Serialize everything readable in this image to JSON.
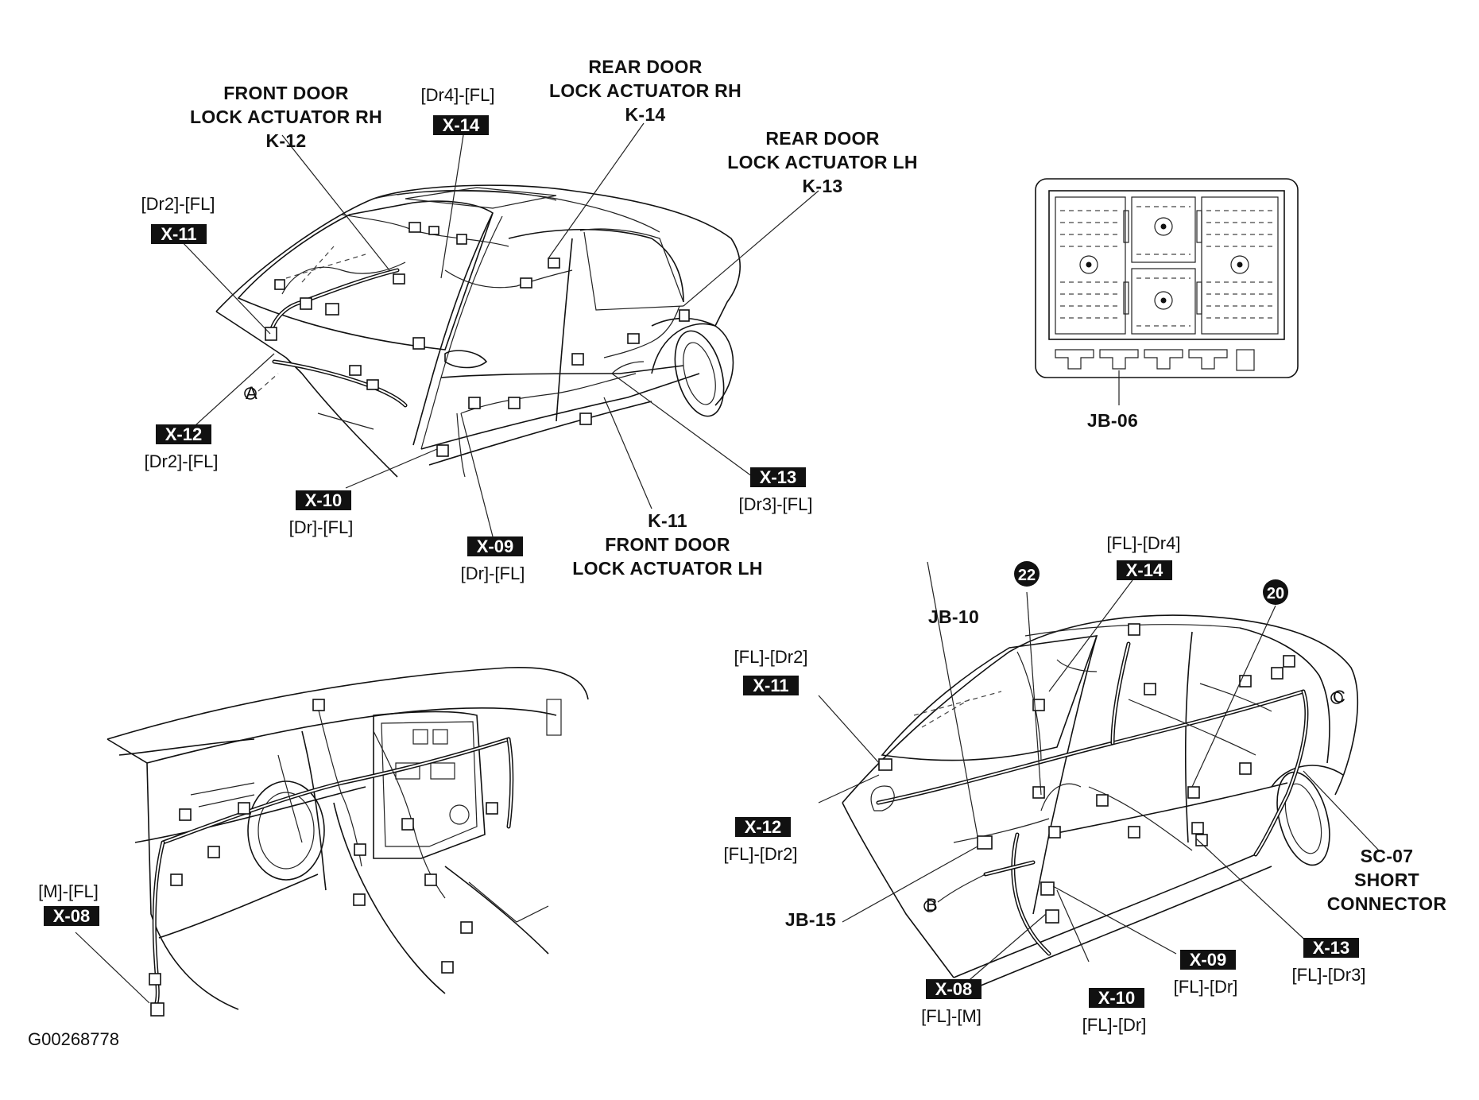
{
  "diagram_id": "G00268778",
  "callouts": {
    "front_door_rh": [
      "FRONT DOOR",
      "LOCK ACTUATOR RH",
      "K-12"
    ],
    "rear_door_rh": [
      "REAR DOOR",
      "LOCK ACTUATOR RH",
      "K-14"
    ],
    "rear_door_lh": [
      "REAR DOOR",
      "LOCK ACTUATOR LH",
      "K-13"
    ],
    "front_door_lh": [
      "K-11",
      "FRONT DOOR",
      "LOCK ACTUATOR LH"
    ],
    "jb06": "JB-06",
    "jb10": "JB-10",
    "jb15": "JB-15",
    "sc07": [
      "SC-07",
      "SHORT",
      "CONNECTOR"
    ],
    "ref_a": "A",
    "ref_b": "B",
    "ref_c": "C",
    "num_22": "22",
    "num_20": "20"
  },
  "tags": {
    "top": [
      {
        "code": "X-14",
        "label": "[Dr4]-[FL]"
      },
      {
        "code": "X-11",
        "label": "[Dr2]-[FL]"
      },
      {
        "code": "X-12",
        "label": "[Dr2]-[FL]"
      },
      {
        "code": "X-10",
        "label": "[Dr]-[FL]"
      },
      {
        "code": "X-09",
        "label": "[Dr]-[FL]"
      },
      {
        "code": "X-13",
        "label": "[Dr3]-[FL]"
      }
    ],
    "dash": [
      {
        "code": "X-08",
        "label": "[M]-[FL]"
      }
    ],
    "bottom": [
      {
        "code": "X-14",
        "label": "[FL]-[Dr4]"
      },
      {
        "code": "X-11",
        "label": "[FL]-[Dr2]"
      },
      {
        "code": "X-12",
        "label": "[FL]-[Dr2]"
      },
      {
        "code": "X-08",
        "label": "[FL]-[M]"
      },
      {
        "code": "X-10",
        "label": "[FL]-[Dr]"
      },
      {
        "code": "X-09",
        "label": "[FL]-[Dr]"
      },
      {
        "code": "X-13",
        "label": "[FL]-[Dr3]"
      }
    ]
  }
}
